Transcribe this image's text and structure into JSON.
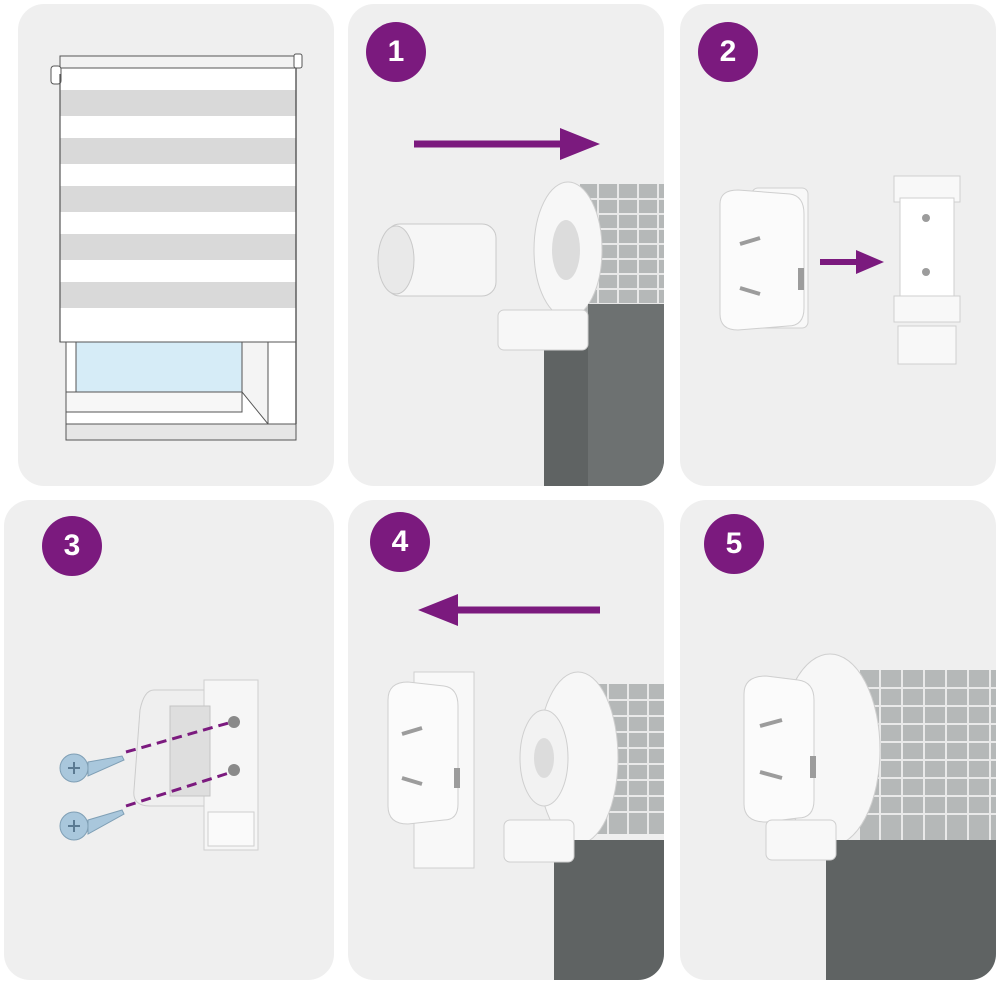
{
  "steps": [
    {
      "number": "1"
    },
    {
      "number": "2"
    },
    {
      "number": "3"
    },
    {
      "number": "4"
    },
    {
      "number": "5"
    }
  ],
  "colors": {
    "accent": "#7b1a7e",
    "panel": "#efefef",
    "fabric_dark": "#5f6363",
    "fabric_mesh": "#b5b8b8",
    "window_glass": "#d6ecf7",
    "screw": "#a9c7dc"
  },
  "icons": [
    "roller-blind-illustration",
    "arrow-right-icon",
    "arrow-left-icon",
    "screw-icon",
    "bracket-icon",
    "end-cap-icon"
  ]
}
